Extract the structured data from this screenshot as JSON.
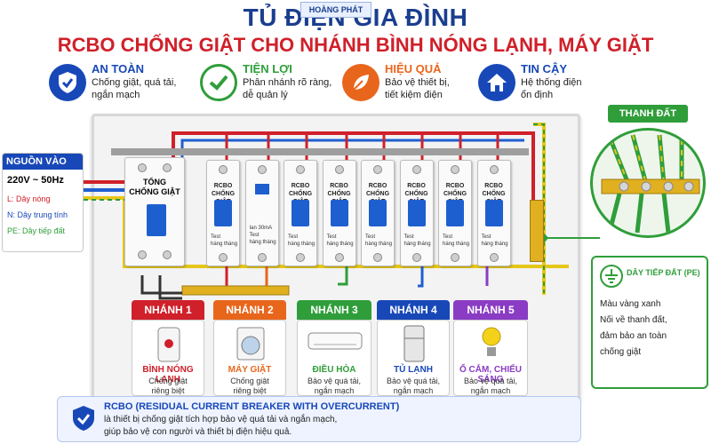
{
  "header": {
    "title": "TỦ ĐIỆN GIA ĐÌNH",
    "subtitle": "RCBO CHỐNG GIẬT CHO NHÁNH BÌNH NÓNG LẠNH, MÁY GIẶT",
    "logo": "HOÀNG PHÁT"
  },
  "features": [
    {
      "title": "AN TOÀN",
      "desc1": "Chống giật, quá tải,",
      "desc2": "ngắn mạch",
      "color": "#1848b8",
      "icon": "shield-check-icon"
    },
    {
      "title": "TIỆN LỢI",
      "desc1": "Phân nhánh rõ ràng,",
      "desc2": "dễ quản lý",
      "color": "#2f9e3a",
      "icon": "check-circle-icon"
    },
    {
      "title": "HIỆU QUẢ",
      "desc1": "Bảo vệ thiết bị,",
      "desc2": "tiết kiệm điện",
      "color": "#e8661c",
      "icon": "leaf-icon"
    },
    {
      "title": "TIN CẬY",
      "desc1": "Hệ thống điện",
      "desc2": "ổn định",
      "color": "#1848b8",
      "icon": "house-icon"
    }
  ],
  "source": {
    "head": "NGUỒN VÀO",
    "voltage": "220V ~ 50Hz",
    "lines": [
      "L: Dây nóng",
      "N: Dây trung tính",
      "PE: Dây tiếp đất"
    ]
  },
  "main_breaker": {
    "label1": "TỔNG",
    "label2": "CHỐNG GIẬT"
  },
  "rcbo": [
    {
      "l1": "RCBO",
      "l2": "CHỐNG GIẬT",
      "t1": "Test",
      "t2": "hàng tháng"
    },
    {
      "l1": "",
      "l2": "",
      "t1": "Ian 30mA",
      "t2": "Test",
      "t3": "hàng tháng"
    },
    {
      "l1": "RCBO",
      "l2": "CHỐNG GIẬT",
      "t1": "Test",
      "t2": "hàng tháng"
    },
    {
      "l1": "RCBO",
      "l2": "CHỐNG GIẬT",
      "t1": "Test",
      "t2": "hàng tháng"
    },
    {
      "l1": "RCBO",
      "l2": "CHỐNG GIẬT",
      "t1": "Test",
      "t2": "hàng tháng"
    },
    {
      "l1": "RCBO",
      "l2": "CHỐNG GIẬT",
      "t1": "Test",
      "t2": "hàng tháng"
    },
    {
      "l1": "RCBO",
      "l2": "CHỐNG GIẬT",
      "t1": "Test",
      "t2": "hàng tháng"
    },
    {
      "l1": "RCBO",
      "l2": "CHỐNG GIẬT",
      "t1": "Test",
      "t2": "hàng tháng"
    }
  ],
  "branches": [
    {
      "head": "NHÁNH 1",
      "name": "BÌNH NÓNG LẠNH",
      "d1": "Chống giật",
      "d2": "riêng biệt",
      "color": "#d0202a",
      "icon": "water-heater-icon"
    },
    {
      "head": "NHÁNH 2",
      "name": "MÁY GIẶT",
      "d1": "Chống giật",
      "d2": "riêng biệt",
      "color": "#e8661c",
      "icon": "washing-machine-icon"
    },
    {
      "head": "NHÁNH 3",
      "name": "ĐIỀU HÒA",
      "d1": "Bảo vệ quá tải,",
      "d2": "ngắn mạch",
      "color": "#2f9e3a",
      "icon": "air-conditioner-icon"
    },
    {
      "head": "NHÁNH 4",
      "name": "TỦ LẠNH",
      "d1": "Bảo vệ quá tải,",
      "d2": "ngắn mạch",
      "color": "#1848b8",
      "icon": "fridge-icon"
    },
    {
      "head": "NHÁNH 5",
      "name": "Ổ CẮM, CHIẾU SÁNG",
      "d1": "Bảo vệ quá tải,",
      "d2": "ngắn mạch",
      "color": "#8a3cc4",
      "icon": "light-bulb-icon"
    }
  ],
  "earth": {
    "label": "THANH ĐẤT"
  },
  "pe": {
    "title": "DÂY TIẾP ĐẤT (PE)",
    "lines": [
      "Màu vàng xanh",
      "Nối về thanh đất,",
      "đảm bảo an toàn",
      "chống giật"
    ]
  },
  "footer": {
    "title": "RCBO (RESIDUAL CURRENT BREAKER WITH OVERCURRENT)",
    "line1": "là thiết bị chống giật tích hợp bảo vệ quá tải và ngắn mạch,",
    "line2": "giúp bảo vệ con người và thiết bị điện hiệu quả."
  },
  "colors": {
    "blue": "#1848b8",
    "red": "#d0202a",
    "green": "#2f9e3a",
    "yellow": "#e6c619"
  }
}
